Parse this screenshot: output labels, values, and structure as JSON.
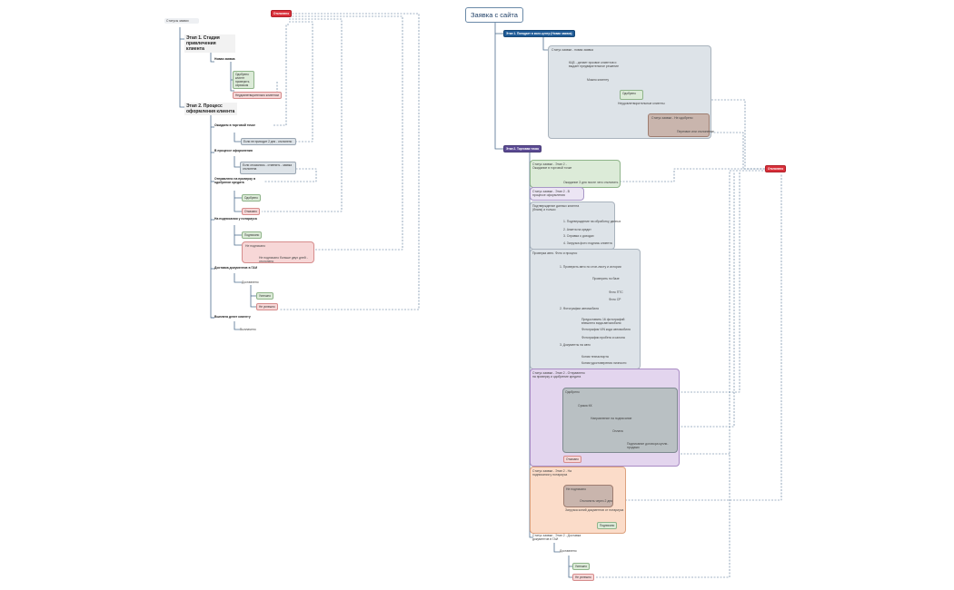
{
  "left": {
    "root": "Статусы заявки",
    "reject": "Отклонено",
    "stage1": "Этап 1. Стадия привлечения клиента",
    "new_request": "Новая заявка",
    "agreed": "Одобрено клиент проверить сервисом",
    "not_satisfied": "Неудовлетворительно клиентом",
    "stage2": "Этап 2. Процесс оформления клиента",
    "wait_tp": "Ожидаем в торговой точке",
    "wait_note": "Если не приходит 2 дня - отклонено",
    "in_process": "В процессе оформления",
    "in_process_note": "Если отказались - отменить - заявка отклонена",
    "sent_check": "Отправлено на проверку в одобрение кредита",
    "ok": "Одобрено",
    "denied": "Отказано",
    "notary": "На подписании у нотариуса",
    "signed": "Подписано",
    "not_signed": "Не подписано",
    "not_signed_note": "Не подписано больше двух дней - отклонено",
    "gai": "Доставка документов в ГАИ",
    "delivered": "Доставлено",
    "gai_ok": "Успешно",
    "gai_bad": "Не успешно",
    "payout": "Выплата денег клиенту",
    "paid": "Выплачено"
  },
  "right": {
    "title": "Заявка с сайта",
    "stage1": "Этап 1. Попадает в колл-центр (Новая заявка)",
    "s1_status": "Статус заявки - новая заявка",
    "s1_text": "КЦБ - делает прозвон клиентов и выдает предварительное решение",
    "s1_dec": "Можно клиенту",
    "s1_ok": "Одобрено",
    "s1_refuse": "Неудовлетворительные клиенты",
    "s1_reject_status": "Статус заявки - Не одобрено",
    "s1_reject_note": "Перезвон или отклонение",
    "reject": "Отклонено",
    "stage2": "Этап 2. Торговая точка",
    "g1_status": "Статус заявки - Этап 2 - Ожидание в торговой точке",
    "g1_note": "Ожидание 3 дня после чего отклонить",
    "g2_status": "Статус заявки - Этап 2 - В процессе оформления",
    "g3_title": "Подтверждение данных клиента (бланк) и только",
    "g3_1": "1. Подтверждение на обработку данных",
    "g3_2": "2. Анкета на кредит",
    "g3_3": "3. Справка о доходах",
    "g3_4": "4. Загрузка фото подпись клиента",
    "g4_title": "Проверка авто. Фото и процесс",
    "g4_1": "1. Проверить авто по стоп-листу и истории",
    "g4_1a": "Проверить по базе",
    "g4_1b": "Фото ПТС",
    "g4_1c": "Фото СР",
    "g4_2": "2. Фотографии автомобиля",
    "g4_2a": "Предоставить 16 фотографий внешнего вида автомобиля",
    "g4_2b": "Фотография VIN кода автомобиля",
    "g4_2c": "Фотографии пробега и салона",
    "g4_3": "3. Документы на авто",
    "g4_3a": "Копия техпаспорта",
    "g4_3b": "Копия удостоверения личности",
    "g5_status": "Статус заявки - Этап 2 - Отправлено на проверку и одобрение кредита",
    "g5_ok": "Одобрено",
    "g5_a": "Сумма КК",
    "g5_b": "Направление на подписание",
    "g5_c": "Оплата",
    "g5_d": "Подписание договора купли-продажи",
    "g5_denied": "Отказано",
    "g6_status": "Статус заявки - Этап 2 - На подписании у нотариуса",
    "g6_not": "Не подписано",
    "g6_not_note": "Отклонить через 2 дня",
    "g6_upload": "Загрузка копий документов от нотариуса",
    "g6_signed": "Подписано",
    "g7_status": "Статус заявки - Этап 2 - Доставка документов в ГАИ",
    "g7_delivered": "Доставлено",
    "g7_ok": "Успешно",
    "g7_bad": "Не успешно"
  }
}
